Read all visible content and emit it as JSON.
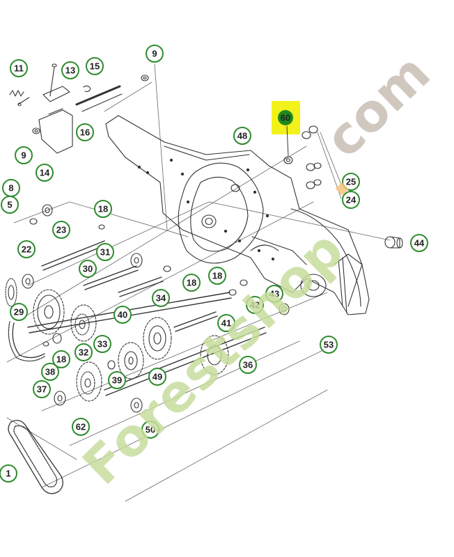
{
  "highlight": {
    "label": "60",
    "bg": "#f2f21a",
    "fill": "#1e8a1e"
  },
  "watermark": {
    "brand": "Forestshop",
    "sep": ".",
    "tld": "com",
    "color_green": "#c8dd9e",
    "color_orange": "#f6c27a",
    "color_gray": "#c8bdb3"
  },
  "ring_color": "#2e8b2e",
  "callouts": [
    "11",
    "13",
    "15",
    "9",
    "16",
    "9",
    "14",
    "8",
    "5",
    "18",
    "23",
    "31",
    "22",
    "30",
    "18",
    "48",
    "25",
    "24",
    "44",
    "29",
    "34",
    "18",
    "42",
    "43",
    "40",
    "41",
    "32",
    "33",
    "53",
    "38",
    "18",
    "37",
    "39",
    "49",
    "36",
    "62",
    "50",
    "1"
  ]
}
